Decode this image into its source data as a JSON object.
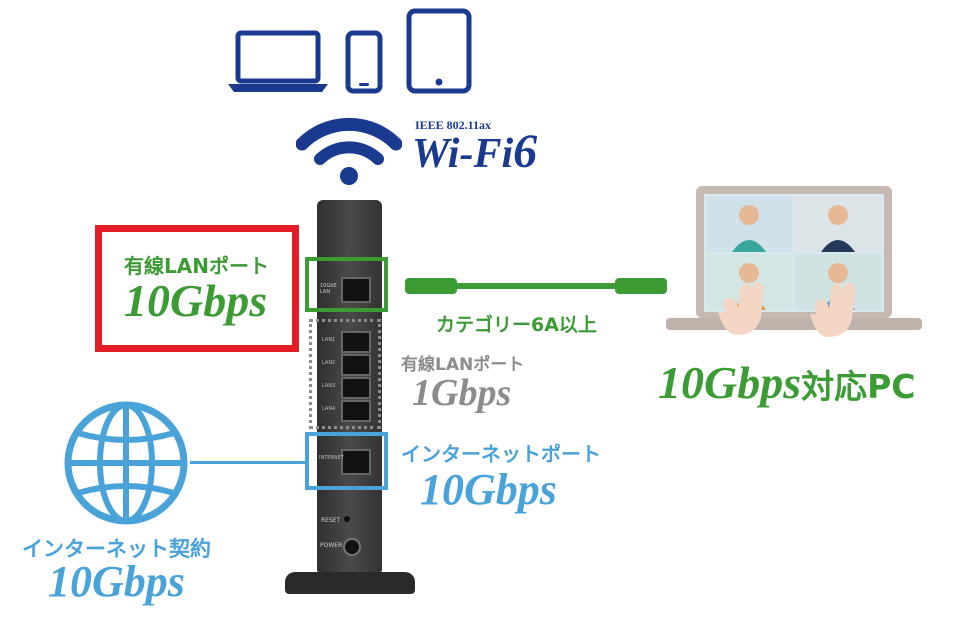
{
  "wifi": {
    "standard": "IEEE 802.11ax",
    "brand": "Wi-Fi",
    "generation": "6"
  },
  "router_ports": {
    "upper_port_text": "10GbE LAN",
    "lan_ports": [
      "LAN1",
      "LAN2",
      "LAN3",
      "LAN4"
    ],
    "internet_port_text": "INTERNET",
    "reset_text": "RESET",
    "power_text": "POWER"
  },
  "wired_lan_10g": {
    "title": "有線LANポート",
    "speed": "10Gbps"
  },
  "cable": {
    "label": "カテゴリー6A以上"
  },
  "wired_lan_1g": {
    "title": "有線LANポート",
    "speed": "1Gbps"
  },
  "internet_port": {
    "title": "インターネットポート",
    "speed": "10Gbps"
  },
  "contract": {
    "title": "インターネット契約",
    "speed": "10Gbps"
  },
  "pc": {
    "speed": "10Gbps",
    "suffix": "対応PC"
  },
  "colors": {
    "green": "#3d9b35",
    "blue": "#4aa3d8",
    "gray": "#8c8c8c",
    "red": "#e31e24",
    "navy": "#1a3a8f"
  }
}
